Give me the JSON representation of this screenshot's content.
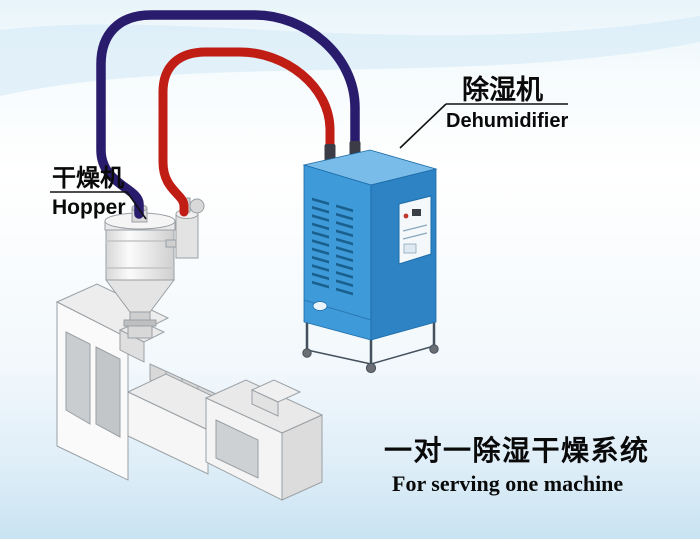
{
  "labels": {
    "hopper": {
      "cn": "干燥机",
      "en": "Hopper"
    },
    "dehumidifier": {
      "cn": "除湿机",
      "en": "Dehumidifier"
    },
    "system": {
      "cn": "一对一除湿干燥系统",
      "en": "For serving one machine"
    }
  },
  "colors": {
    "pipe_red": "#c01d15",
    "pipe_navy": "#2a1c6d",
    "dehumidifier_top": "#79bce9",
    "dehumidifier_front": "#3e9ad9",
    "dehumidifier_side": "#2d83c3",
    "panel_white": "#f4f8fb",
    "vent_slat": "#19608f",
    "fitting_gray": "#3c3c46",
    "label_text": "#0a0a0a"
  }
}
